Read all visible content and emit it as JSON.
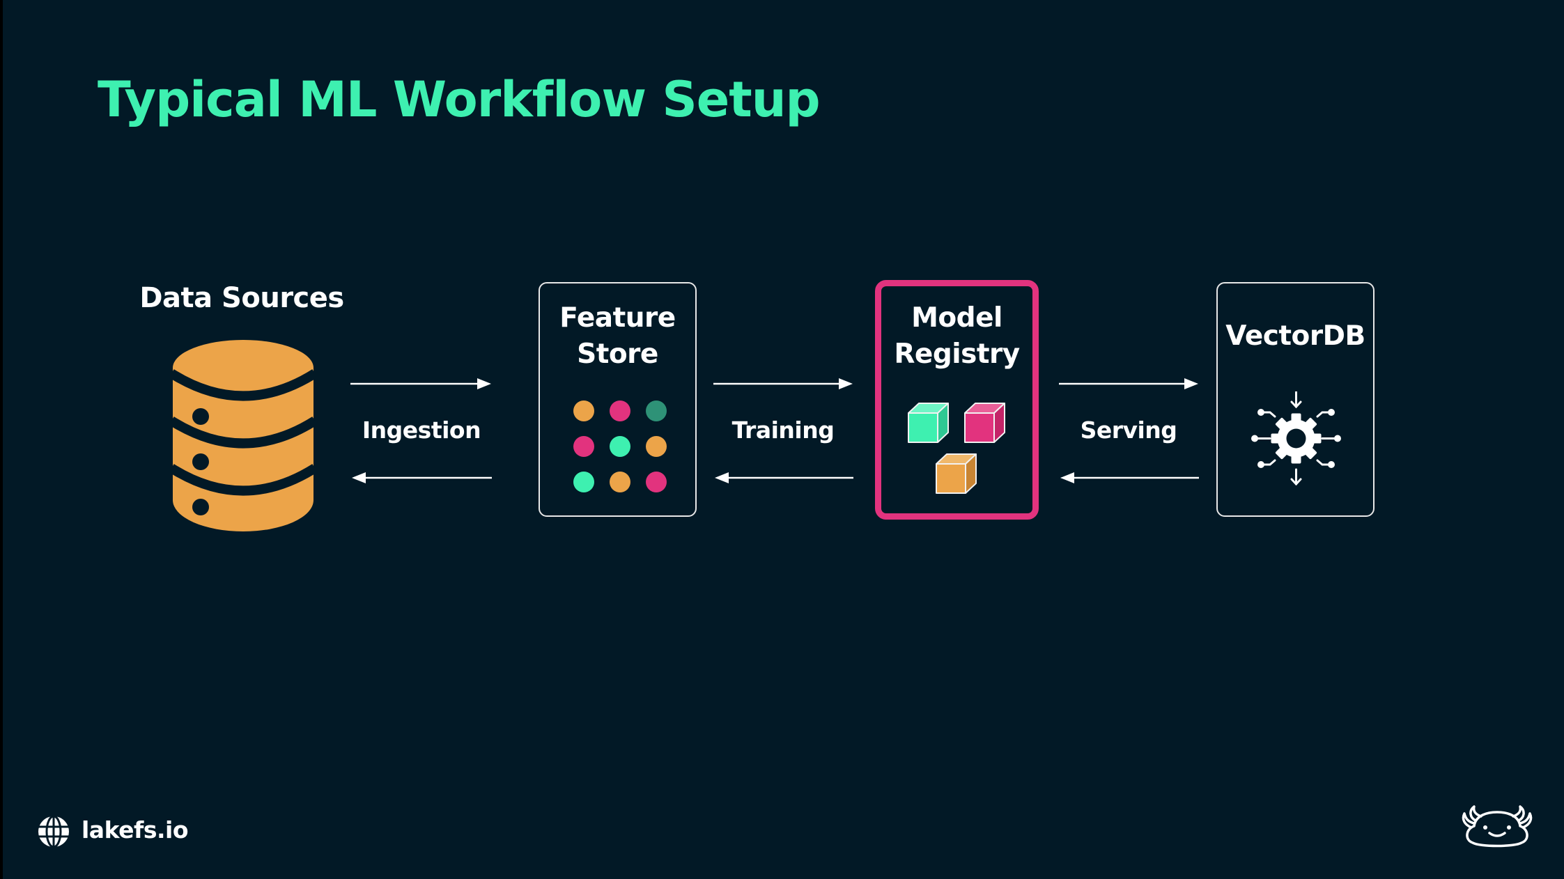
{
  "slide": {
    "title": "Typical ML Workflow Setup",
    "accent_color": "#3ef0b0",
    "background_color": "#021926"
  },
  "nodes": [
    {
      "id": "data-sources",
      "label": "Data Sources",
      "icon": "database-icon",
      "color": "#eca449"
    },
    {
      "id": "feature-store",
      "label_lines": [
        "Feature",
        "Store"
      ],
      "icon": "dot-grid-icon",
      "dots": [
        [
          "#eca449",
          "#e2337e",
          "#2e9277"
        ],
        [
          "#e2337e",
          "#3ef0b0",
          "#eca449"
        ],
        [
          "#3ef0b0",
          "#eca449",
          "#e2337e"
        ]
      ]
    },
    {
      "id": "model-registry",
      "label_lines": [
        "Model",
        "Registry"
      ],
      "icon": "cubes-icon",
      "highlighted": true,
      "highlight_color": "#e2337e",
      "cubes": [
        "#3ef0b0",
        "#e2337e",
        "#eca449"
      ]
    },
    {
      "id": "vectordb",
      "label": "VectorDB",
      "icon": "gear-network-icon"
    }
  ],
  "edges": [
    {
      "from": "data-sources",
      "to": "feature-store",
      "label": "Ingestion",
      "bidirectional": true
    },
    {
      "from": "feature-store",
      "to": "model-registry",
      "label": "Training",
      "bidirectional": true
    },
    {
      "from": "model-registry",
      "to": "vectordb",
      "label": "Serving",
      "bidirectional": true
    }
  ],
  "footer": {
    "website": "lakefs.io",
    "left_icon": "globe-icon",
    "right_icon": "axolotl-logo-icon"
  }
}
